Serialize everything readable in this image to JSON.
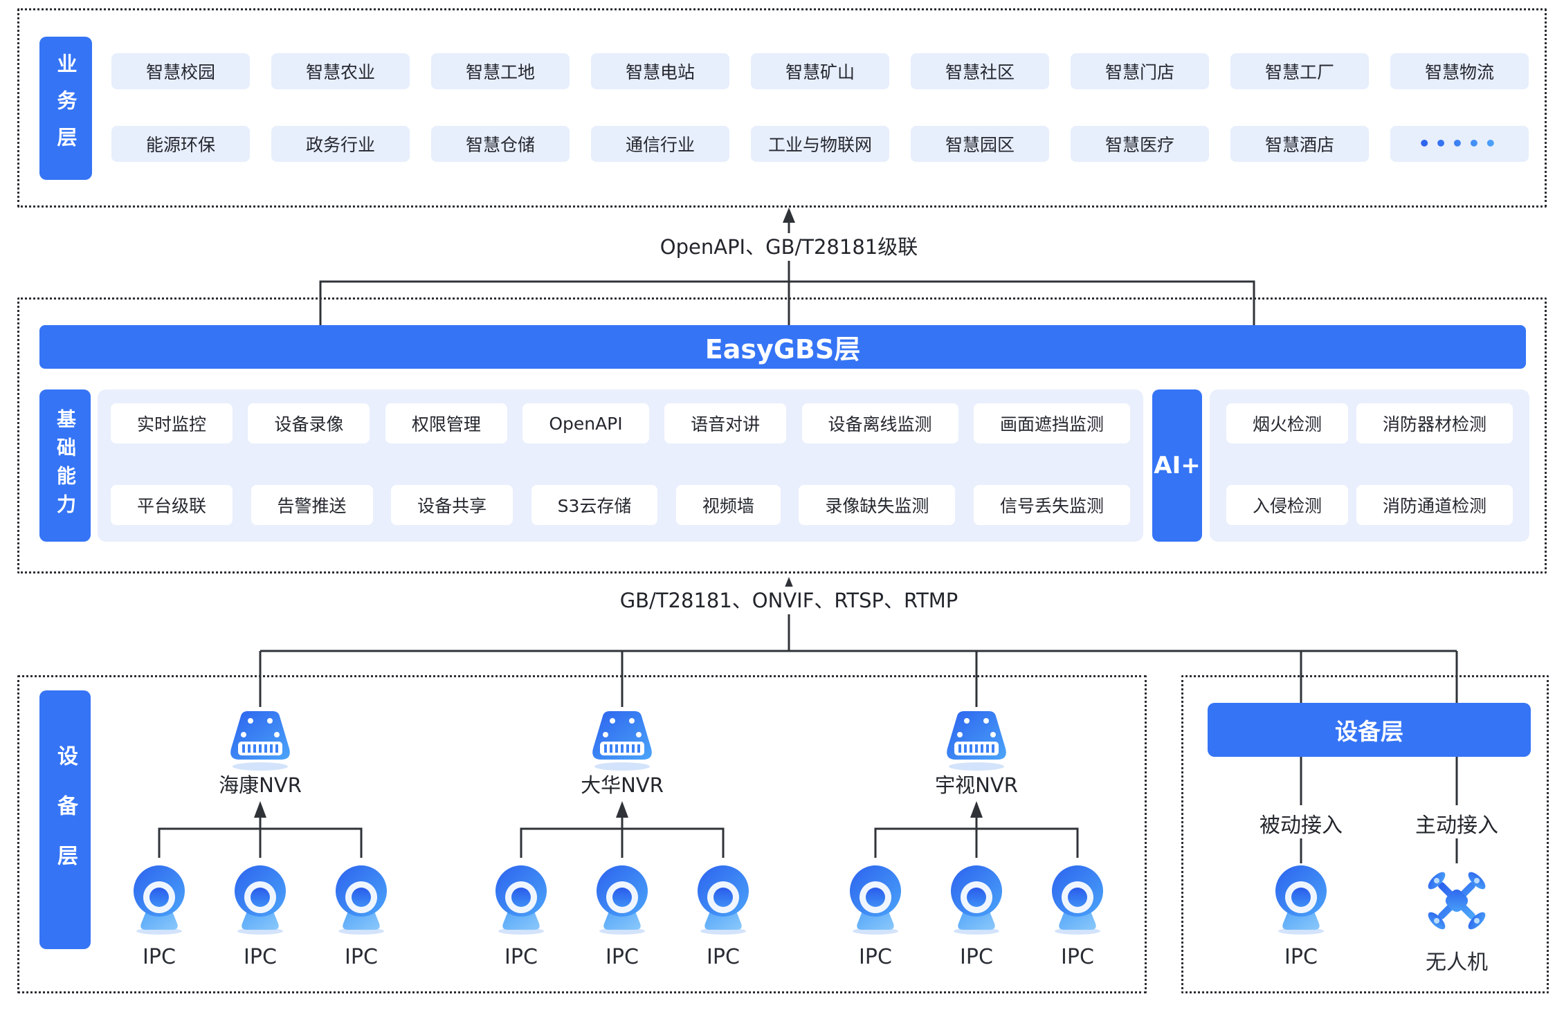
{
  "colors": {
    "primary_blue": "#3574F5",
    "chip_bg": "#E7EEFC",
    "panel_bg": "#E9EFFC",
    "line_color": "#2F3338",
    "text_dark": "#22252B"
  },
  "business_layer": {
    "label": "业务层",
    "chips_row1": [
      "智慧校园",
      "智慧农业",
      "智慧工地",
      "智慧电站",
      "智慧矿山",
      "智慧社区",
      "智慧门店",
      "智慧工厂",
      "智慧物流"
    ],
    "chips_row2": [
      "能源环保",
      "政务行业",
      "智慧仓储",
      "通信行业",
      "工业与物联网",
      "智慧园区",
      "智慧医疗",
      "智慧酒店"
    ],
    "more_dots": "•••••"
  },
  "connector_top": {
    "label": "OpenAPI、GB/T28181级联"
  },
  "easygbs_layer": {
    "title": "EasyGBS层",
    "capabilities_label": "基础能力",
    "capabilities_row1": [
      "实时监控",
      "设备录像",
      "权限管理",
      "OpenAPI",
      "语音对讲",
      "设备离线监测",
      "画面遮挡监测"
    ],
    "capabilities_row2": [
      "平台级联",
      "告警推送",
      "设备共享",
      "S3云存储",
      "视频墙",
      "录像缺失监测",
      "信号丢失监测"
    ],
    "ai_label": "AI+",
    "ai_row1": [
      "烟火检测",
      "消防器材检测"
    ],
    "ai_row2": [
      "入侵检测",
      "消防通道检测"
    ]
  },
  "connector_bottom": {
    "label": "GB/T28181、ONVIF、RTSP、RTMP"
  },
  "device_layer": {
    "side_label": "设备层",
    "nvr_groups": [
      {
        "name": "海康NVR",
        "ipcs": [
          "IPC",
          "IPC",
          "IPC"
        ]
      },
      {
        "name": "大华NVR",
        "ipcs": [
          "IPC",
          "IPC",
          "IPC"
        ]
      },
      {
        "name": "宇视NVR",
        "ipcs": [
          "IPC",
          "IPC",
          "IPC"
        ]
      }
    ],
    "right_panel": {
      "title": "设备层",
      "passive_label": "被动接入",
      "active_label": "主动接入",
      "ipc_label": "IPC",
      "drone_label": "无人机"
    }
  }
}
